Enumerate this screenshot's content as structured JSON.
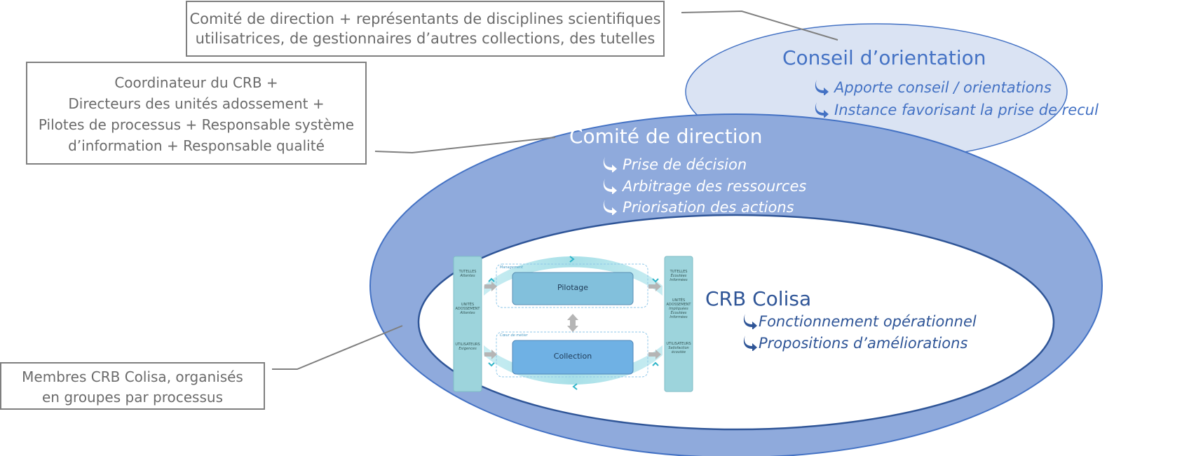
{
  "boxes": {
    "conseil_members": {
      "lines": [
        "Comité de direction + représentants de disciplines scientifiques",
        "utilisatrices, de gestionnaires d’autres collections, des tutelles"
      ]
    },
    "codir_members": {
      "lines": [
        "Coordinateur du CRB +",
        "Directeurs des unités adossement +",
        "Pilotes de processus + Responsable système",
        "d’information + Responsable qualité"
      ]
    },
    "crb_members": {
      "lines": [
        "Membres CRB Colisa, organisés",
        "en groupes par processus"
      ]
    }
  },
  "conseil": {
    "title": "Conseil d’orientation",
    "items": [
      "Apporte conseil / orientations",
      "Instance favorisant la prise de recul"
    ],
    "color": "#4472c4"
  },
  "codir": {
    "title": "Comité de direction",
    "items": [
      "Prise de décision",
      "Arbitrage des ressources",
      "Priorisation des actions"
    ],
    "color": "#ffffff"
  },
  "crb": {
    "title": "CRB Colisa",
    "items": [
      "Fonctionnement opérationnel",
      "Propositions d’améliorations"
    ],
    "color": "#2f5597"
  },
  "process_map": {
    "left_column": [
      {
        "title": "TUTELLES",
        "sub": "Attentes"
      },
      {
        "title": "UNITÉS",
        "title2": "ADOSSEMENT",
        "sub": "Attentes"
      },
      {
        "title": "UTILISATEURS",
        "sub": "Exigences"
      }
    ],
    "right_column": [
      {
        "title": "TUTELLES",
        "sub": "Écoutées",
        "sub2": "Informées"
      },
      {
        "title": "UNITÉS",
        "title2": "ADOSSEMENT",
        "sub": "Impliquées",
        "sub2": "Écoutées",
        "sub3": "Informées"
      },
      {
        "title": "UTILISATEURS",
        "sub": "Satisfaction",
        "sub2": "écoutée"
      }
    ],
    "management_label": "Management",
    "core_label": "Cœur de métier",
    "pilotage": "Pilotage",
    "collection": "Collection"
  },
  "colors": {
    "conseil_fill": "#dae3f3",
    "outer_ring": "#8faadc",
    "ring_stroke": "#4472c4",
    "teal": "#9dd4dc",
    "pilotage_fill": "#82c0dc",
    "collection_fill": "#6fb1e4",
    "box_border": "#7f7f7f"
  }
}
